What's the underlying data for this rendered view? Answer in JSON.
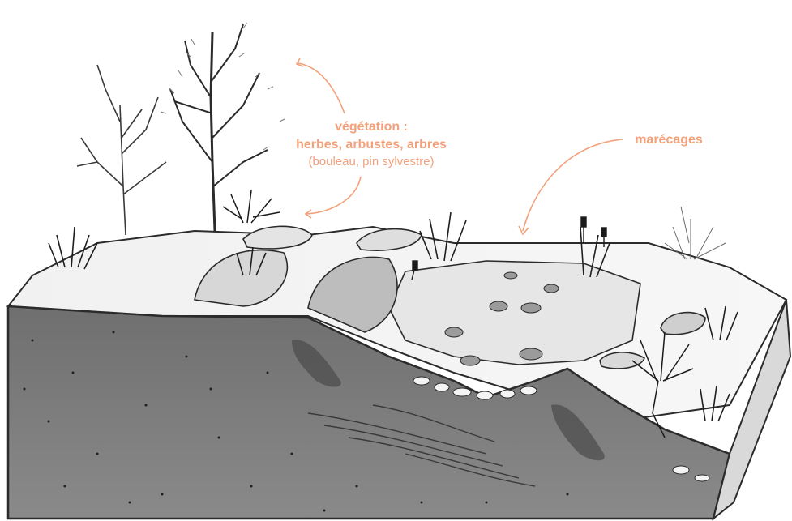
{
  "labels": {
    "vegetation": {
      "title": "végétation :",
      "subtitle": "herbes, arbustes, arbres",
      "detail": "(bouleau, pin sylvestre)"
    },
    "marsh": {
      "title": "marécages"
    }
  },
  "colors": {
    "annotation": "#f2a17a",
    "soil": "#7d7d7d",
    "soil_dark": "#5e5e5e",
    "water": "#e9e9e9",
    "outline": "#2b2b2b",
    "background": "#ffffff"
  },
  "icons": [
    "annotation-arrow-icon",
    "tree-icon",
    "grass-tuft-icon",
    "lily-pad-icon",
    "shrub-icon",
    "rock-icon"
  ]
}
